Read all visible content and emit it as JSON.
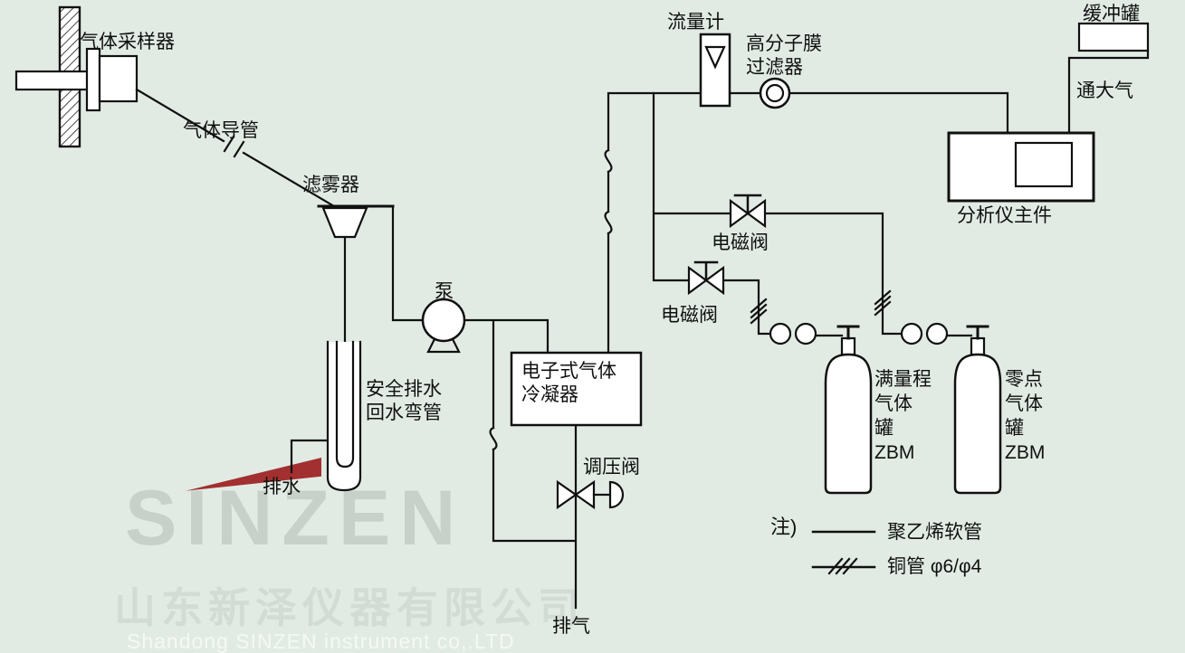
{
  "colors": {
    "background": "#e1ebe4",
    "line": "#101010",
    "watermark_red": "#9b1c1c"
  },
  "labels": {
    "sampler": "气体采样器",
    "conduit": "气体导管",
    "mist_filter": "滤雾器",
    "pump": "泵",
    "drain_trap_1": "安全排水",
    "drain_trap_2": "回水弯管",
    "drain": "排水",
    "condenser_1": "电子式气体",
    "condenser_2": "冷凝器",
    "pressure_valve": "调压阀",
    "exhaust": "排气",
    "flow_meter": "流量计",
    "membrane_filter_1": "高分子膜",
    "membrane_filter_2": "过滤器",
    "buffer_tank": "缓冲罐",
    "vent": "通大气",
    "analyzer": "分析仪主件",
    "solenoid_a": "电磁阀",
    "solenoid_b": "电磁阀",
    "span_tank_1": "满量程",
    "span_tank_2": "气体",
    "span_tank_3": "罐",
    "span_tank_4": "ZBM",
    "zero_tank_1": "零点",
    "zero_tank_2": "气体",
    "zero_tank_3": "罐",
    "zero_tank_4": "ZBM"
  },
  "legend": {
    "note": "注)",
    "hose_label": "聚乙烯软管",
    "copper_label": "铜管 φ6/φ4"
  },
  "watermark": {
    "logo": "SINZEN",
    "company_cn": "山东新泽仪器有限公司",
    "company_en": "Shandong SINZEN instrument co,.LTD"
  }
}
